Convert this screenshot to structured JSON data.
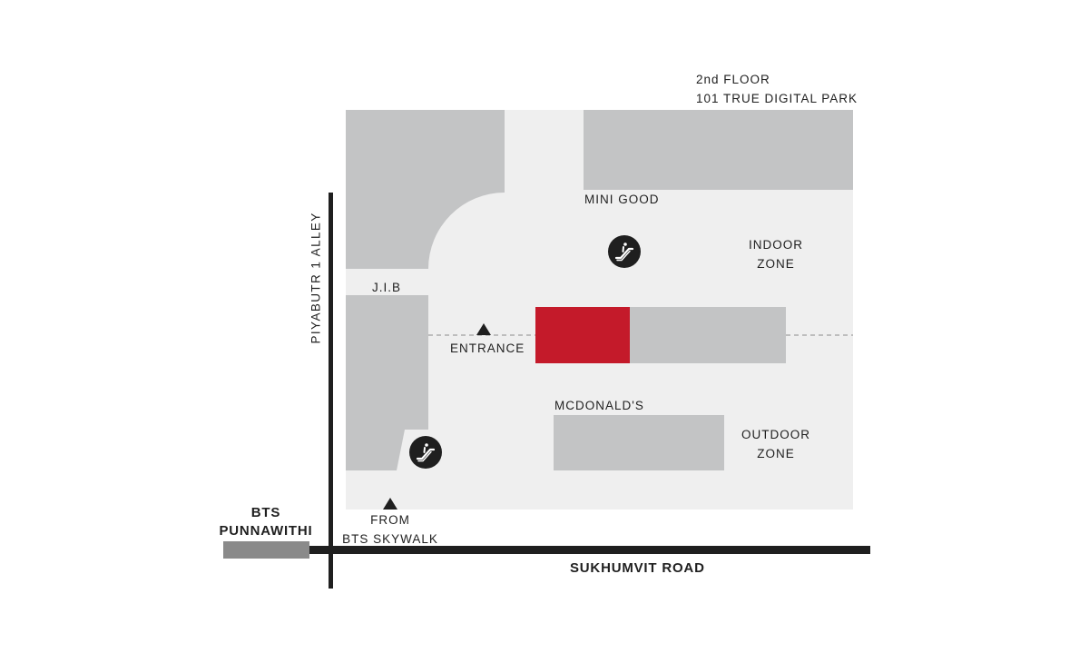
{
  "header": {
    "floor": "2nd FLOOR",
    "building": "101 TRUE DIGITAL PARK"
  },
  "labels": {
    "mini_good": "MINI GOOD",
    "indoor_zone": [
      "INDOOR",
      "ZONE"
    ],
    "jib": "J.I.B",
    "entrance": "ENTRANCE",
    "mcdonalds": "MCDONALD'S",
    "outdoor_zone": [
      "OUTDOOR",
      "ZONE"
    ],
    "from_skywalk": [
      "FROM",
      "BTS SKYWALK"
    ],
    "alley": "PIYABUTR 1 ALLEY",
    "bts_station": [
      "BTS",
      "PUNNAWITHI"
    ],
    "road": "SUKHUMVIT ROAD"
  },
  "icons": {
    "escalator": "escalator-icon",
    "entrance_marker": "triangle-marker-icon"
  },
  "colors": {
    "background": "#ffffff",
    "floor_area": "#efefef",
    "building_block": "#c3c4c5",
    "highlight_store": "#c41a2a",
    "road_line": "#1f1f1f",
    "bts_track": "#8a8a8a",
    "dashed_line": "#bdbdbd",
    "text": "#1f1f1f"
  }
}
